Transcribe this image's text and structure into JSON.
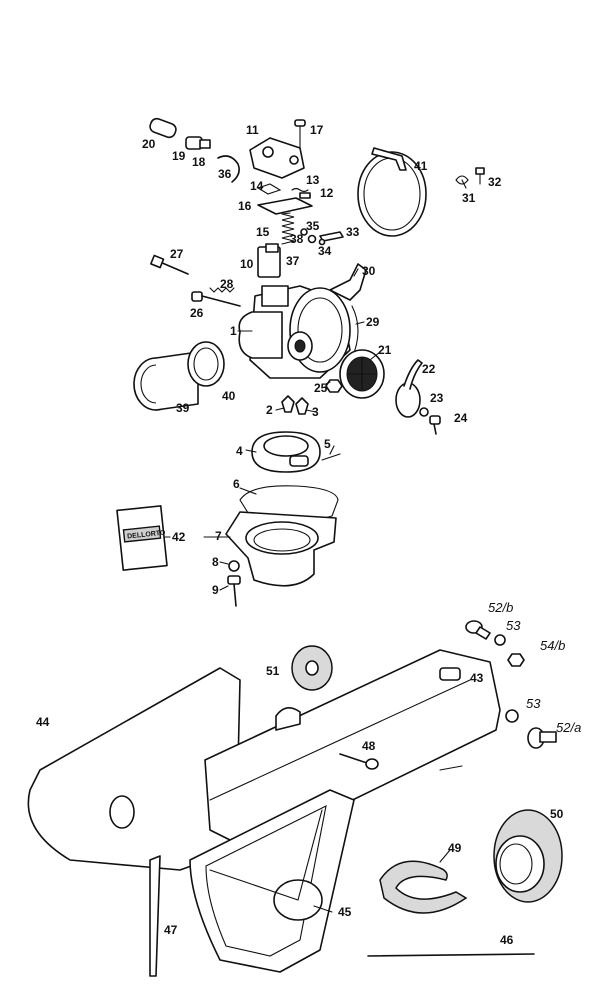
{
  "diagram": {
    "callouts": [
      "1",
      "2",
      "3",
      "4",
      "5",
      "6",
      "7",
      "8",
      "9",
      "10",
      "11",
      "12",
      "13",
      "14",
      "15",
      "16",
      "17",
      "18",
      "19",
      "20",
      "21",
      "22",
      "23",
      "24",
      "25",
      "26",
      "27",
      "28",
      "29",
      "30",
      "31",
      "32",
      "33",
      "34",
      "35",
      "36",
      "37",
      "38",
      "39",
      "40",
      "41",
      "42",
      "43",
      "44",
      "45",
      "46",
      "47",
      "48",
      "49",
      "50",
      "51",
      "52/a",
      "52/b",
      "53",
      "53",
      "54/b"
    ],
    "label_text": "DELLORTO"
  }
}
